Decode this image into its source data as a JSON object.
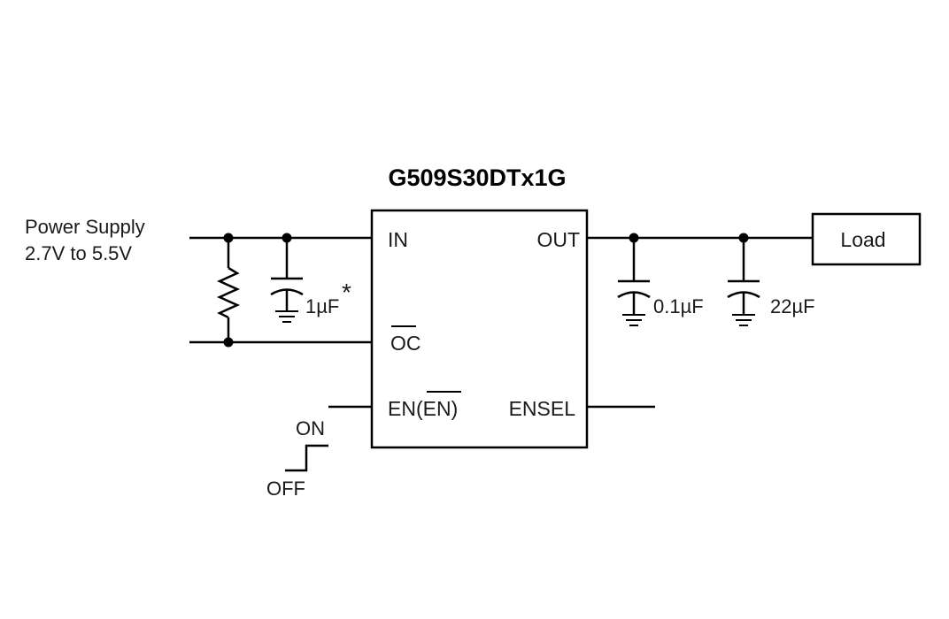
{
  "diagram": {
    "title": "G509S30DTx1G",
    "power_supply": {
      "line1": "Power Supply",
      "line2": "2.7V to 5.5V"
    },
    "chip_pins": {
      "in": "IN",
      "out": "OUT",
      "oc": "OC",
      "en": "EN(",
      "en_bar": "EN",
      "en_close": ")",
      "ensel": "ENSEL"
    },
    "capacitors": {
      "input_cap": "1µF",
      "input_note": "*",
      "out_cap_1": "0.1µF",
      "out_cap_2": "22µF"
    },
    "load_label": "Load",
    "switch": {
      "on": "ON",
      "off": "OFF"
    },
    "colors": {
      "line": "#000000",
      "background": "#ffffff"
    }
  }
}
